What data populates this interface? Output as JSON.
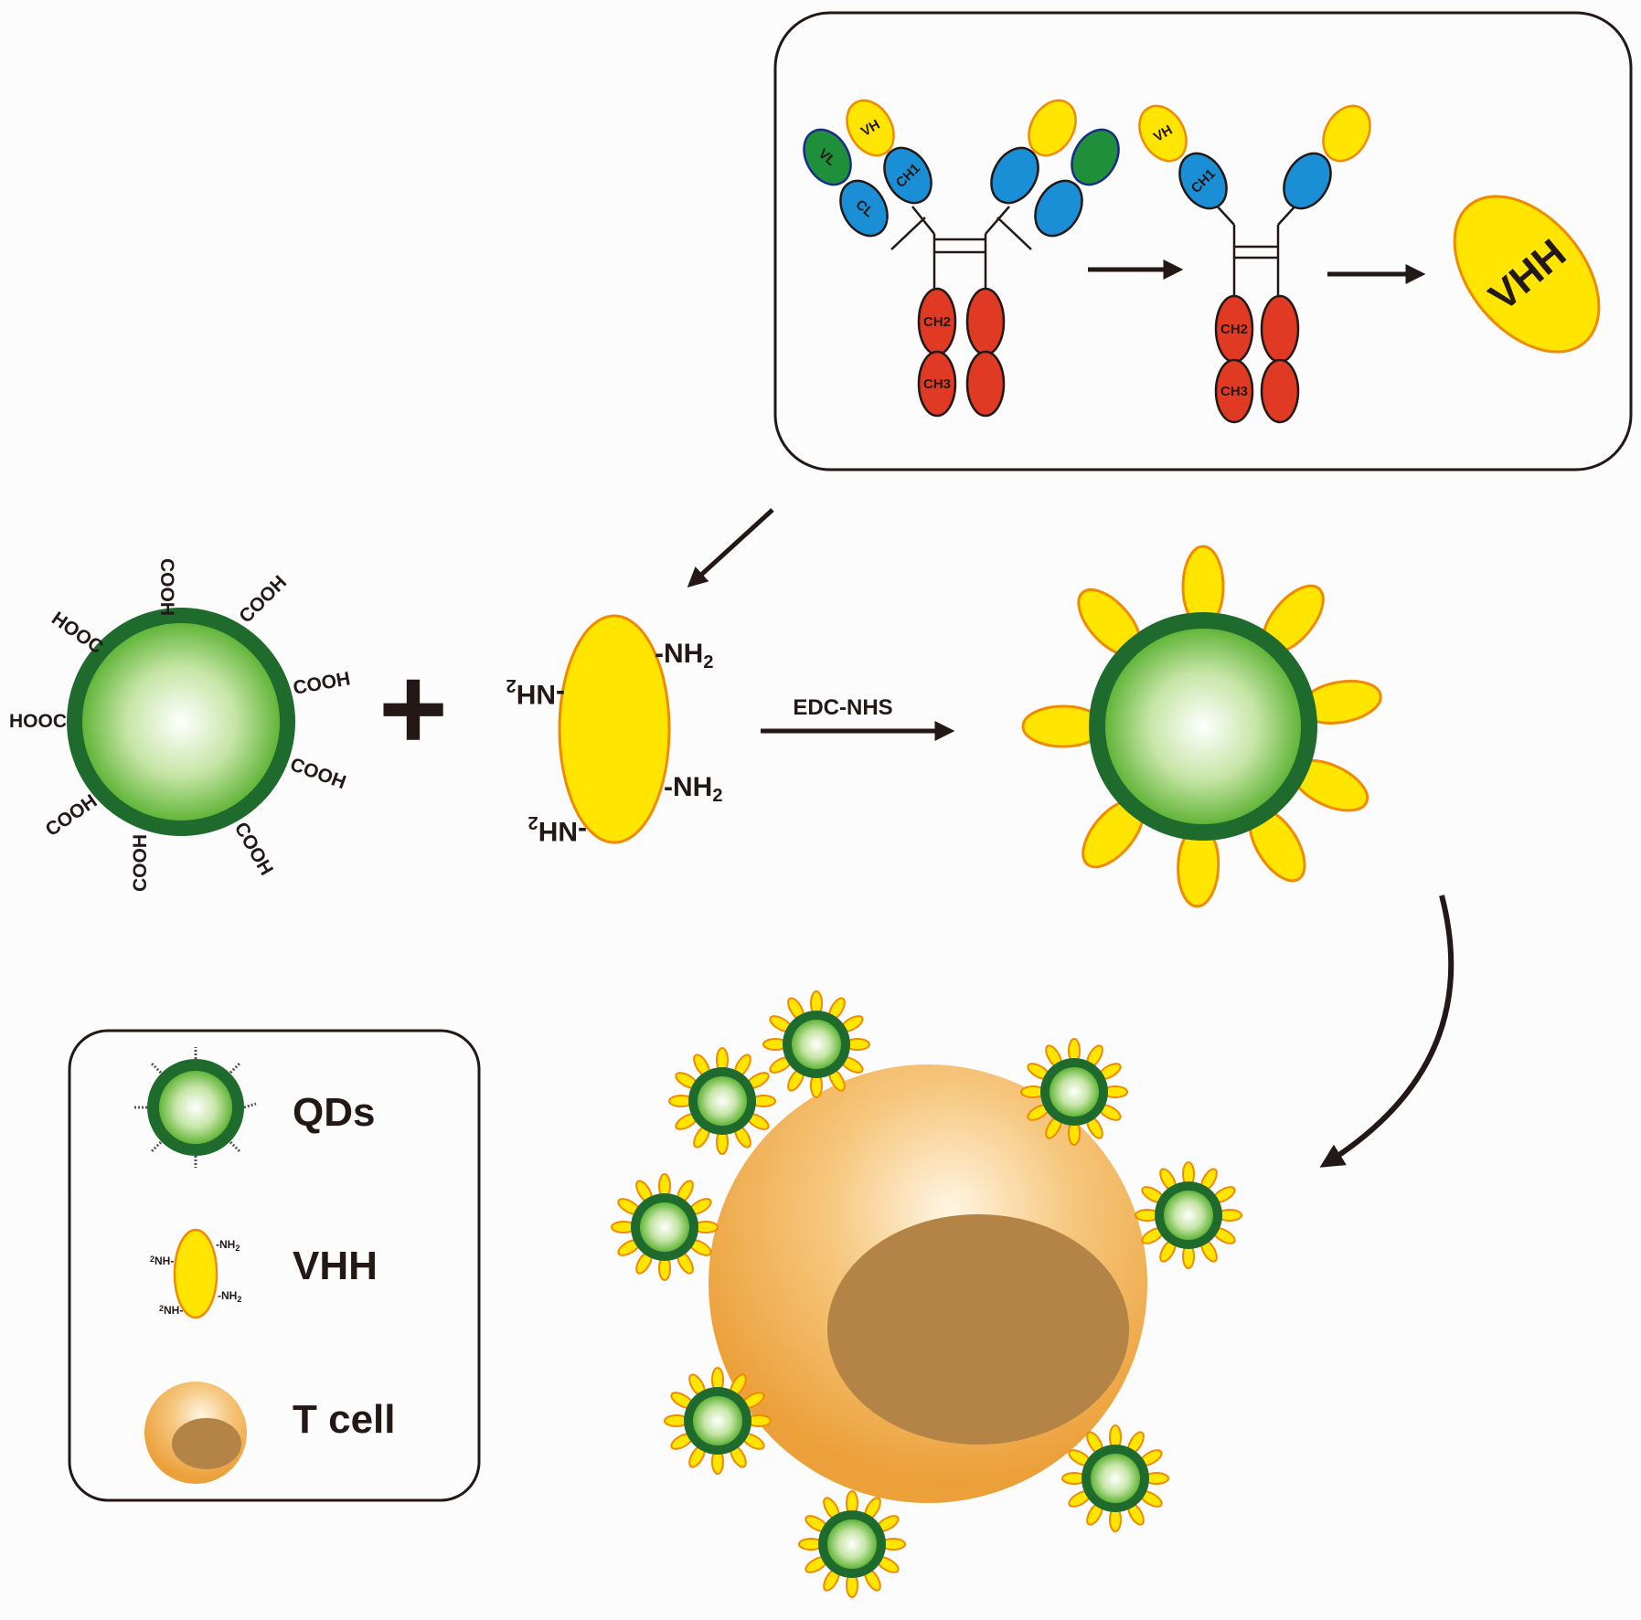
{
  "colors": {
    "yellow": "#ffe500",
    "yellow_stroke": "#f08a00",
    "qd_shell": "#1f6b2e",
    "blue": "#1b8fd6",
    "green_domain": "#1f8f3a",
    "red": "#e03a24",
    "cell": "#eea744",
    "nucleus": "#b38445",
    "ink": "#231815"
  },
  "antibody_panel": {
    "igg_labels": {
      "vl": "VL",
      "vh": "VH",
      "cl": "CL",
      "ch1": "CH1",
      "ch2": "CH2",
      "ch3": "CH3"
    },
    "hcab_labels": {
      "vh": "VH",
      "ch1": "CH1",
      "ch2": "CH2",
      "ch3": "CH3"
    },
    "vhh_label": "VHH"
  },
  "reaction": {
    "cooh_label": "COOH",
    "hooc_label": "HOOC",
    "nh2_label": "-NH",
    "nh2_sub": "2",
    "reagent_label": "EDC-NHS"
  },
  "legend": {
    "items": [
      {
        "label": "QDs",
        "icon": "qd-icon"
      },
      {
        "label": "VHH",
        "icon": "vhh-icon"
      },
      {
        "label": "T cell",
        "icon": "t-cell-icon"
      }
    ],
    "mini_nh2": "NH",
    "mini_nh2_sub": "2"
  }
}
